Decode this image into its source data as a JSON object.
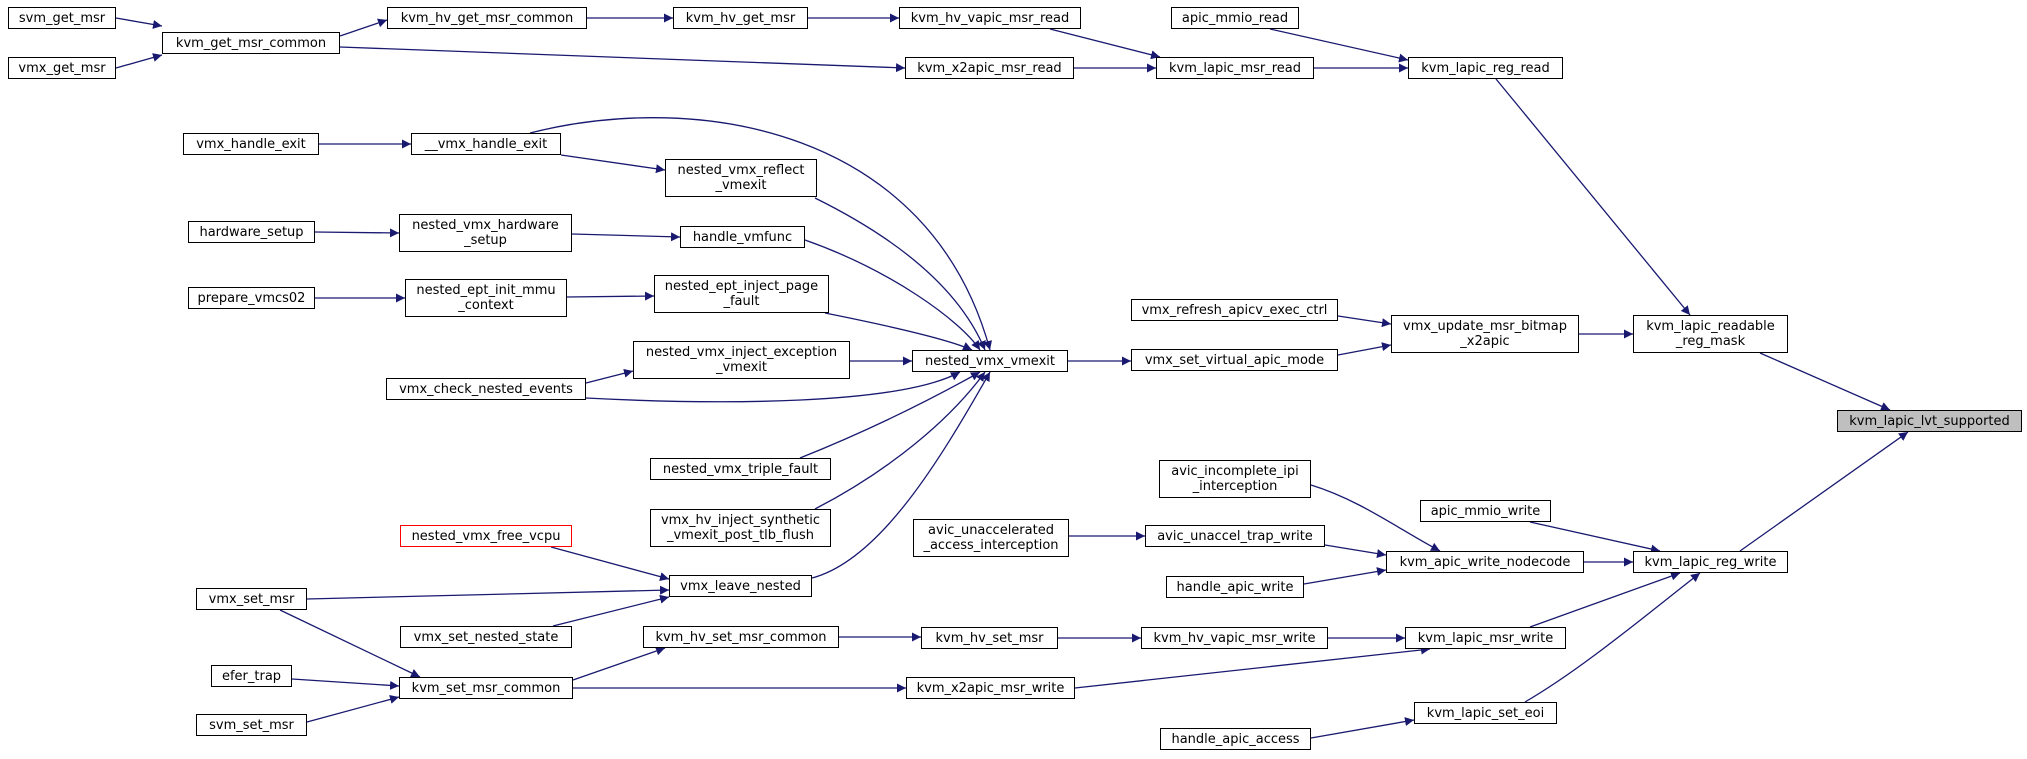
{
  "graph": {
    "edge_color": "#191970",
    "nodes": {
      "svm_get_msr": "svm_get_msr",
      "vmx_get_msr": "vmx_get_msr",
      "kvm_get_msr_common": "kvm_get_msr_common",
      "kvm_hv_get_msr_common": "kvm_hv_get_msr_common",
      "kvm_hv_get_msr": "kvm_hv_get_msr",
      "kvm_hv_vapic_msr_read": "kvm_hv_vapic_msr_read",
      "kvm_x2apic_msr_read": "kvm_x2apic_msr_read",
      "apic_mmio_read": "apic_mmio_read",
      "kvm_lapic_msr_read": "kvm_lapic_msr_read",
      "kvm_lapic_reg_read": "kvm_lapic_reg_read",
      "vmx_handle_exit": "vmx_handle_exit",
      "__vmx_handle_exit": "__vmx_handle_exit",
      "nested_vmx_reflect_vmexit": "nested_vmx_reflect\n_vmexit",
      "hardware_setup": "hardware_setup",
      "nested_vmx_hardware_setup": "nested_vmx_hardware\n_setup",
      "handle_vmfunc": "handle_vmfunc",
      "prepare_vmcs02": "prepare_vmcs02",
      "nested_ept_init_mmu_context": "nested_ept_init_mmu\n_context",
      "nested_ept_inject_page_fault": "nested_ept_inject_page\n_fault",
      "vmx_refresh_apicv_exec_ctrl": "vmx_refresh_apicv_exec_ctrl",
      "vmx_update_msr_bitmap_x2apic": "vmx_update_msr_bitmap\n_x2apic",
      "kvm_lapic_readable_reg_mask": "kvm_lapic_readable\n_reg_mask",
      "nested_vmx_inject_exception_vmexit": "nested_vmx_inject_exception\n_vmexit",
      "nested_vmx_vmexit": "nested_vmx_vmexit",
      "vmx_set_virtual_apic_mode": "vmx_set_virtual_apic_mode",
      "vmx_check_nested_events": "vmx_check_nested_events",
      "kvm_lapic_lvt_supported": "kvm_lapic_lvt_supported",
      "nested_vmx_triple_fault": "nested_vmx_triple_fault",
      "avic_incomplete_ipi_interception": "avic_incomplete_ipi\n_interception",
      "apic_mmio_write": "apic_mmio_write",
      "vmx_hv_inject_synthetic_vmexit_post_tlb_flush": "vmx_hv_inject_synthetic\n_vmexit_post_tlb_flush",
      "avic_unaccelerated_access_interception": "avic_unaccelerated\n_access_interception",
      "avic_unaccel_trap_write": "avic_unaccel_trap_write",
      "nested_vmx_free_vcpu": "nested_vmx_free_vcpu",
      "kvm_apic_write_nodecode": "kvm_apic_write_nodecode",
      "kvm_lapic_reg_write": "kvm_lapic_reg_write",
      "vmx_set_msr": "vmx_set_msr",
      "vmx_leave_nested": "vmx_leave_nested",
      "handle_apic_write": "handle_apic_write",
      "vmx_set_nested_state": "vmx_set_nested_state",
      "kvm_hv_set_msr_common": "kvm_hv_set_msr_common",
      "kvm_hv_set_msr": "kvm_hv_set_msr",
      "kvm_hv_vapic_msr_write": "kvm_hv_vapic_msr_write",
      "kvm_lapic_msr_write": "kvm_lapic_msr_write",
      "efer_trap": "efer_trap",
      "kvm_set_msr_common": "kvm_set_msr_common",
      "kvm_x2apic_msr_write": "kvm_x2apic_msr_write",
      "svm_set_msr": "svm_set_msr",
      "kvm_lapic_set_eoi": "kvm_lapic_set_eoi",
      "handle_apic_access": "handle_apic_access"
    }
  }
}
